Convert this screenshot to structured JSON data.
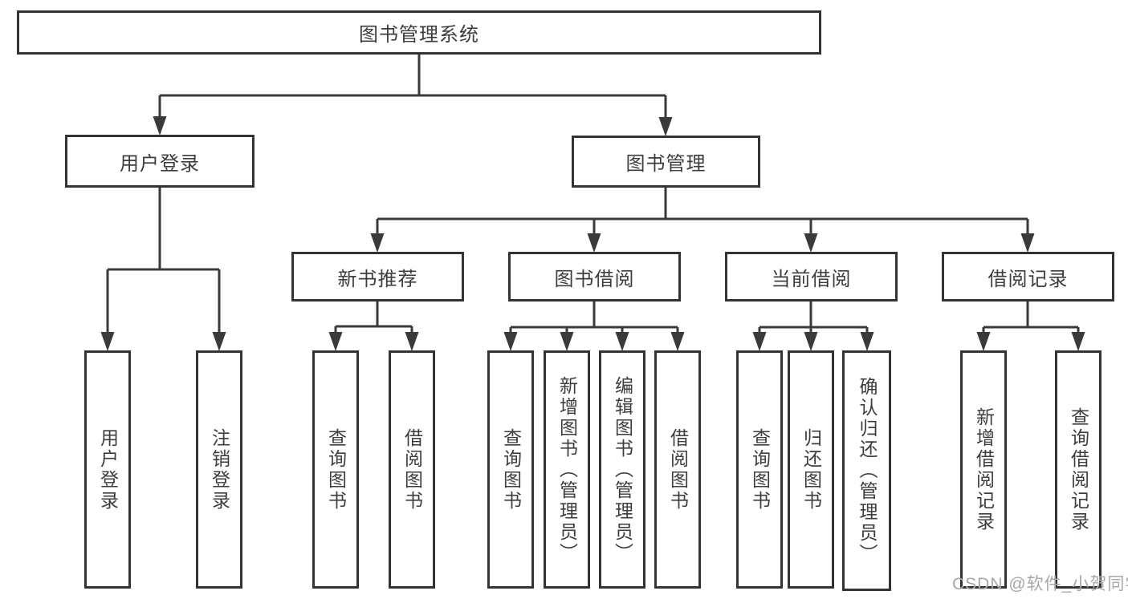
{
  "tree": {
    "root": "图书管理系统",
    "children": [
      {
        "label": "用户登录",
        "children": [
          {
            "label": "用户登录"
          },
          {
            "label": "注销登录"
          }
        ]
      },
      {
        "label": "图书管理",
        "children": [
          {
            "label": "新书推荐",
            "children": [
              {
                "label": "查询图书"
              },
              {
                "label": "借阅图书"
              }
            ]
          },
          {
            "label": "图书借阅",
            "children": [
              {
                "label": "查询图书"
              },
              {
                "label": "新增图书（管理员）"
              },
              {
                "label": "编辑图书（管理员）"
              },
              {
                "label": "借阅图书"
              }
            ]
          },
          {
            "label": "当前借阅",
            "children": [
              {
                "label": "查询图书"
              },
              {
                "label": "归还图书"
              },
              {
                "label": "确认归还（管理员）"
              }
            ]
          },
          {
            "label": "借阅记录",
            "children": [
              {
                "label": "新增借阅记录"
              },
              {
                "label": "查询借阅记录"
              }
            ]
          }
        ]
      }
    ]
  },
  "watermark": {
    "text": "CSDN @软件_小贺同学"
  },
  "colors": {
    "line": "#3a3a3a",
    "border": "#333333",
    "text": "#3d3d3d",
    "watermark": "#a8a8a8",
    "background": "#ffffff"
  }
}
